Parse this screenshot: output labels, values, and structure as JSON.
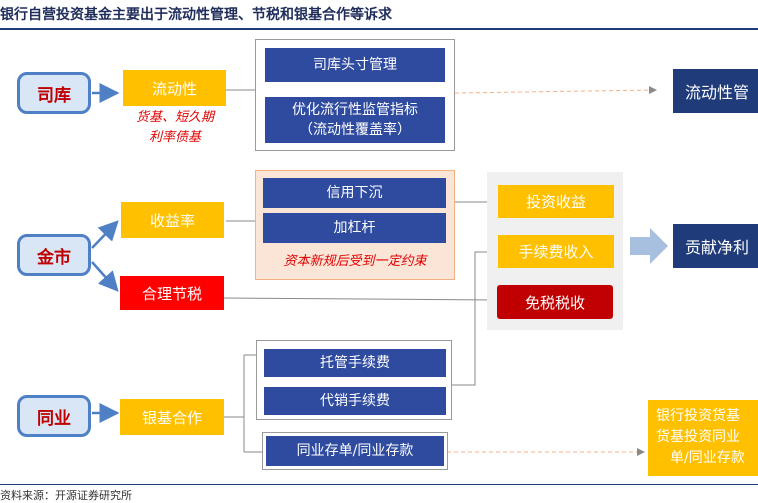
{
  "title": "银行自营投资基金主要出于流动性管理、节税和银基合作等诉求",
  "source": "资料来源：开源证券研究所",
  "categories": {
    "siku": "司库",
    "jinshi": "金市",
    "tongye": "同业"
  },
  "motives": {
    "liquidity": "流动性",
    "yield": "收益率",
    "tax": "合理节税",
    "cooperation": "银基合作"
  },
  "notes": {
    "liquidity_assets": [
      "货基、短久期",
      "利率债基"
    ],
    "capital_rule": "资本新规后受到一定约束"
  },
  "blue_boxes": {
    "treasury_position": "司库头寸管理",
    "lcr": [
      "优化流行性监管指标",
      "（流动性覆盖率）"
    ],
    "credit_sink": "信用下沉",
    "leverage": "加杠杆",
    "custody_fee": "托管手续费",
    "sales_fee": "代销手续费",
    "interbank": "同业存单/同业存款"
  },
  "outcomes": {
    "invest_income": "投资收益",
    "fee_income": "手续费收入",
    "tax_exempt": "免税税收",
    "contribute_profit": "贡献净利",
    "liquidity_mgmt": "流动性管",
    "bank_money_fund": [
      "银行投资货基",
      "货基投资同业",
      "单/同业存款"
    ]
  },
  "colors": {
    "navy": "#1f3b7a",
    "blue": "#2f4ba0",
    "amber": "#ffc000",
    "red": "#ff0000",
    "darkred": "#c00000"
  }
}
